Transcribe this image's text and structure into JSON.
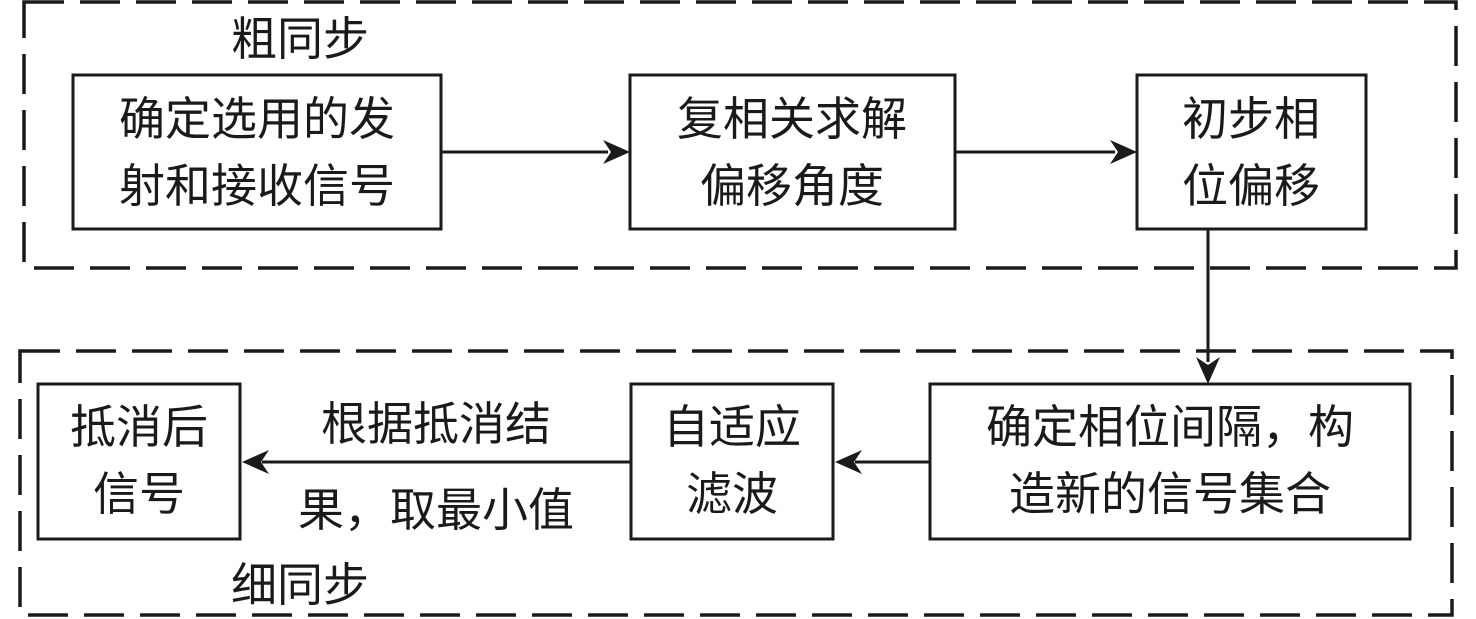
{
  "groups": {
    "coarse": {
      "label": "粗同步"
    },
    "fine": {
      "label": "细同步"
    }
  },
  "nodes": {
    "select_signals": {
      "lines": [
        "确定选用的发",
        "射和接收信号"
      ]
    },
    "complex_corr": {
      "lines": [
        "复相关求解",
        "偏移角度"
      ]
    },
    "initial_phase": {
      "lines": [
        "初步相",
        "位偏移"
      ]
    },
    "new_signal_set": {
      "lines": [
        "确定相位间隔，构",
        "造新的信号集合"
      ]
    },
    "adaptive_filter": {
      "lines": [
        "自适应",
        "滤波"
      ]
    },
    "cancelled_signal": {
      "lines": [
        "抵消后",
        "信号"
      ]
    }
  },
  "edges": {
    "filter_to_output": {
      "lines": [
        "根据抵消结",
        "果，取最小值"
      ]
    }
  },
  "colors": {
    "stroke": "#1a1a1a",
    "background": "#ffffff"
  }
}
